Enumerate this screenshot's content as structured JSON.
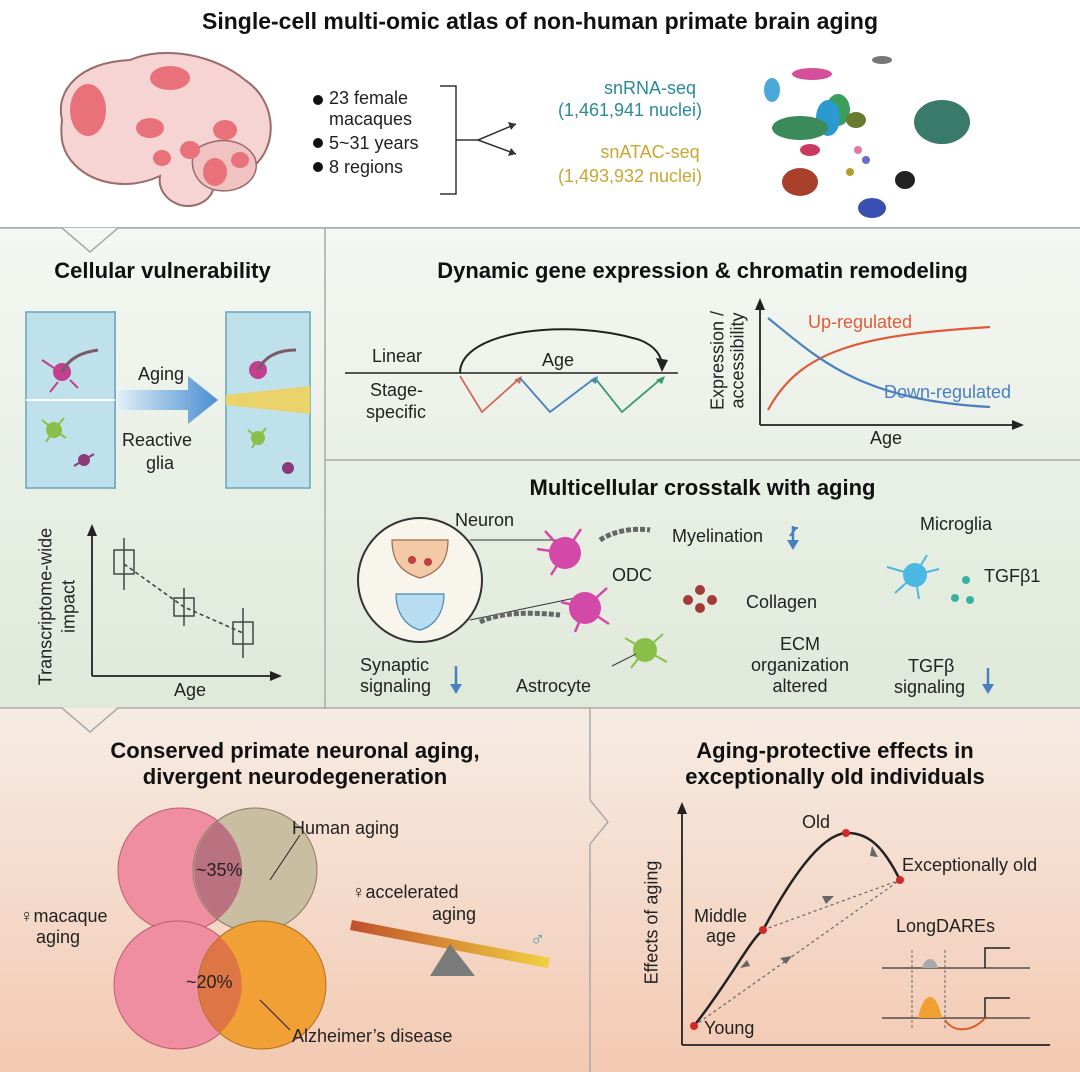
{
  "main_title": "Single-cell multi-omic atlas of non-human primate brain aging",
  "top": {
    "bullets": [
      "23 female macaques",
      "5~31 years",
      "8 regions"
    ],
    "rna_label": "snRNA-seq",
    "rna_count": "(1,461,941 nuclei)",
    "atac_label": "snATAC-seq",
    "atac_count": "(1,493,932 nuclei)"
  },
  "vulnerability": {
    "title": "Cellular vulnerability",
    "aging": "Aging",
    "reactive": "Reactive",
    "glia": "glia",
    "ylabel_1": "Transcriptome-wide",
    "ylabel_2": "impact",
    "xlabel": "Age"
  },
  "dynamic": {
    "title": "Dynamic gene expression & chromatin remodeling",
    "linear": "Linear",
    "age": "Age",
    "stage_1": "Stage-",
    "stage_2": "specific",
    "ylabel_1": "Expression /",
    "ylabel_2": "accessibility",
    "up": "Up-regulated",
    "down": "Down-regulated",
    "xlabel": "Age"
  },
  "crosstalk": {
    "title": "Multicellular crosstalk with aging",
    "neuron": "Neuron",
    "odc": "ODC",
    "myelination": "Myelination",
    "microglia": "Microglia",
    "tgfb1": "TGFβ1",
    "collagen": "Collagen",
    "ecm_1": "ECM",
    "ecm_2": "organization",
    "ecm_3": "altered",
    "synaptic_1": "Synaptic",
    "synaptic_2": "signaling",
    "astrocyte": "Astrocyte",
    "tgfb_1": "TGFβ",
    "tgfb_2": "signaling"
  },
  "conserved": {
    "title_1": "Conserved primate neuronal aging,",
    "title_2": "divergent neurodegeneration",
    "human": "Human aging",
    "pct_human": "~35%",
    "macaque_1": "♀macaque",
    "macaque_2": "aging",
    "pct_ad": "~20%",
    "ad": "Alzheimer’s disease",
    "accel_1": "♀accelerated",
    "accel_2": "aging",
    "male": "♂"
  },
  "protective": {
    "title_1": "Aging-protective effects in",
    "title_2": "exceptionally old individuals",
    "ylabel": "Effects of aging",
    "old": "Old",
    "exc_old": "Exceptionally old",
    "middle_1": "Middle",
    "middle_2": "age",
    "young": "Young",
    "longdares": "LongDAREs"
  },
  "colors": {
    "rna": "#2a8a9a",
    "atac": "#c8a832",
    "up": "#e05a3a",
    "down": "#4a7fc0",
    "green_bg": "#e4eee0",
    "peach_bg": "#f6d6c4",
    "pink_region": "#e9727a",
    "pink_venn": "#ee8ea0",
    "orange_venn": "#f0a035",
    "tan_venn": "#c9bda2"
  }
}
